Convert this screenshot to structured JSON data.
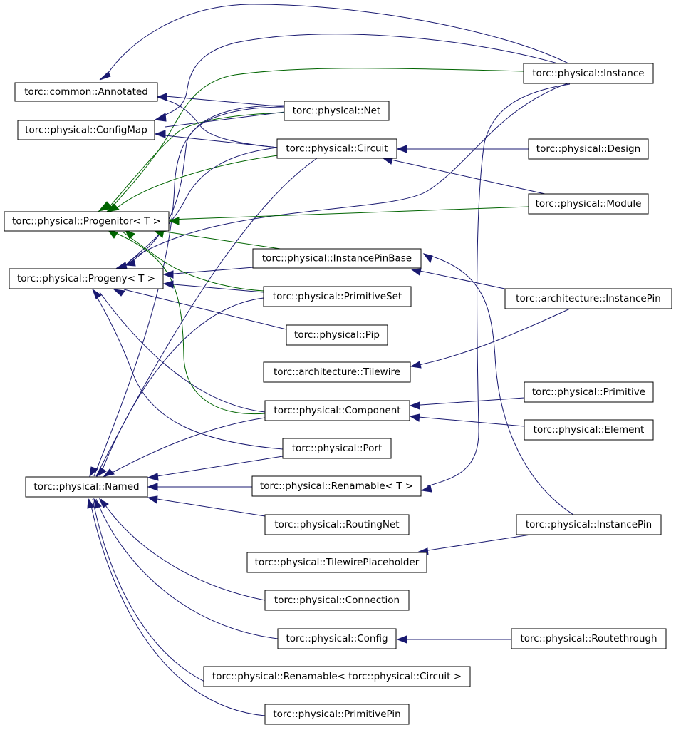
{
  "diagram": {
    "colors": {
      "inheritance_edge": "#191970",
      "template_edge": "#006400",
      "node_border": "#000000",
      "node_fill": "#ffffff"
    },
    "nodes": {
      "annotated": "torc::common::Annotated",
      "configmap": "torc::physical::ConfigMap",
      "progenitor": "torc::physical::Progenitor< T >",
      "progeny": "torc::physical::Progeny< T >",
      "named": "torc::physical::Named",
      "net": "torc::physical::Net",
      "circuit": "torc::physical::Circuit",
      "instancepinbase": "torc::physical::InstancePinBase",
      "primitiveset": "torc::physical::PrimitiveSet",
      "pip": "torc::physical::Pip",
      "arch_tilewire": "torc::architecture::Tilewire",
      "component": "torc::physical::Component",
      "port": "torc::physical::Port",
      "renamable_t": "torc::physical::Renamable< T >",
      "routingnet": "torc::physical::RoutingNet",
      "tilewireplaceholder": "torc::physical::TilewirePlaceholder",
      "connection": "torc::physical::Connection",
      "config": "torc::physical::Config",
      "renamable_circuit": "torc::physical::Renamable< torc::physical::Circuit >",
      "primitivepin": "torc::physical::PrimitivePin",
      "instance": "torc::physical::Instance",
      "design": "torc::physical::Design",
      "module": "torc::physical::Module",
      "arch_instancepin": "torc::architecture::InstancePin",
      "primitive": "torc::physical::Primitive",
      "element": "torc::physical::Element",
      "phys_instancepin": "torc::physical::InstancePin",
      "routethrough": "torc::physical::Routethrough"
    }
  }
}
